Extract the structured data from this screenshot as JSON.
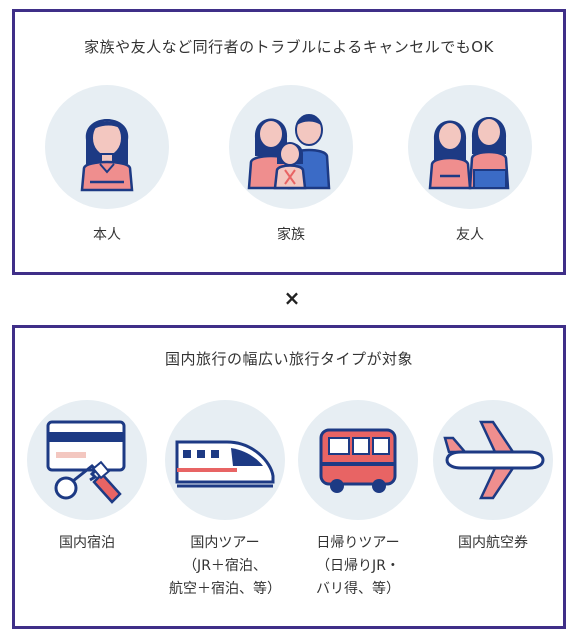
{
  "panel1": {
    "title": "家族や友人など同行者のトラブルによるキャンセルでもOK",
    "items": [
      {
        "label": "本人",
        "icon": "single-person-icon"
      },
      {
        "label": "家族",
        "icon": "family-icon"
      },
      {
        "label": "友人",
        "icon": "two-friends-icon"
      }
    ]
  },
  "multiply": "×",
  "panel2": {
    "title": "国内旅行の幅広い旅行タイプが対象",
    "items": [
      {
        "label_lines": [
          "国内宿泊"
        ],
        "icon": "hotel-keycard-icon"
      },
      {
        "label_lines": [
          "国内ツアー",
          "（JR＋宿泊、",
          "航空＋宿泊、等）"
        ],
        "icon": "bullet-train-icon"
      },
      {
        "label_lines": [
          "日帰りツアー",
          "（日帰りJR・",
          "バリ得、等）"
        ],
        "icon": "bus-icon"
      },
      {
        "label_lines": [
          "国内航空券"
        ],
        "icon": "airplane-icon"
      }
    ]
  },
  "colors": {
    "border": "#3f2f88",
    "circle": "#e7eef3",
    "navy": "#1d3a84",
    "skin": "#f3c7c0",
    "pink": "#ef8e8e",
    "blue": "#3b6bc6",
    "red": "#e86464"
  }
}
